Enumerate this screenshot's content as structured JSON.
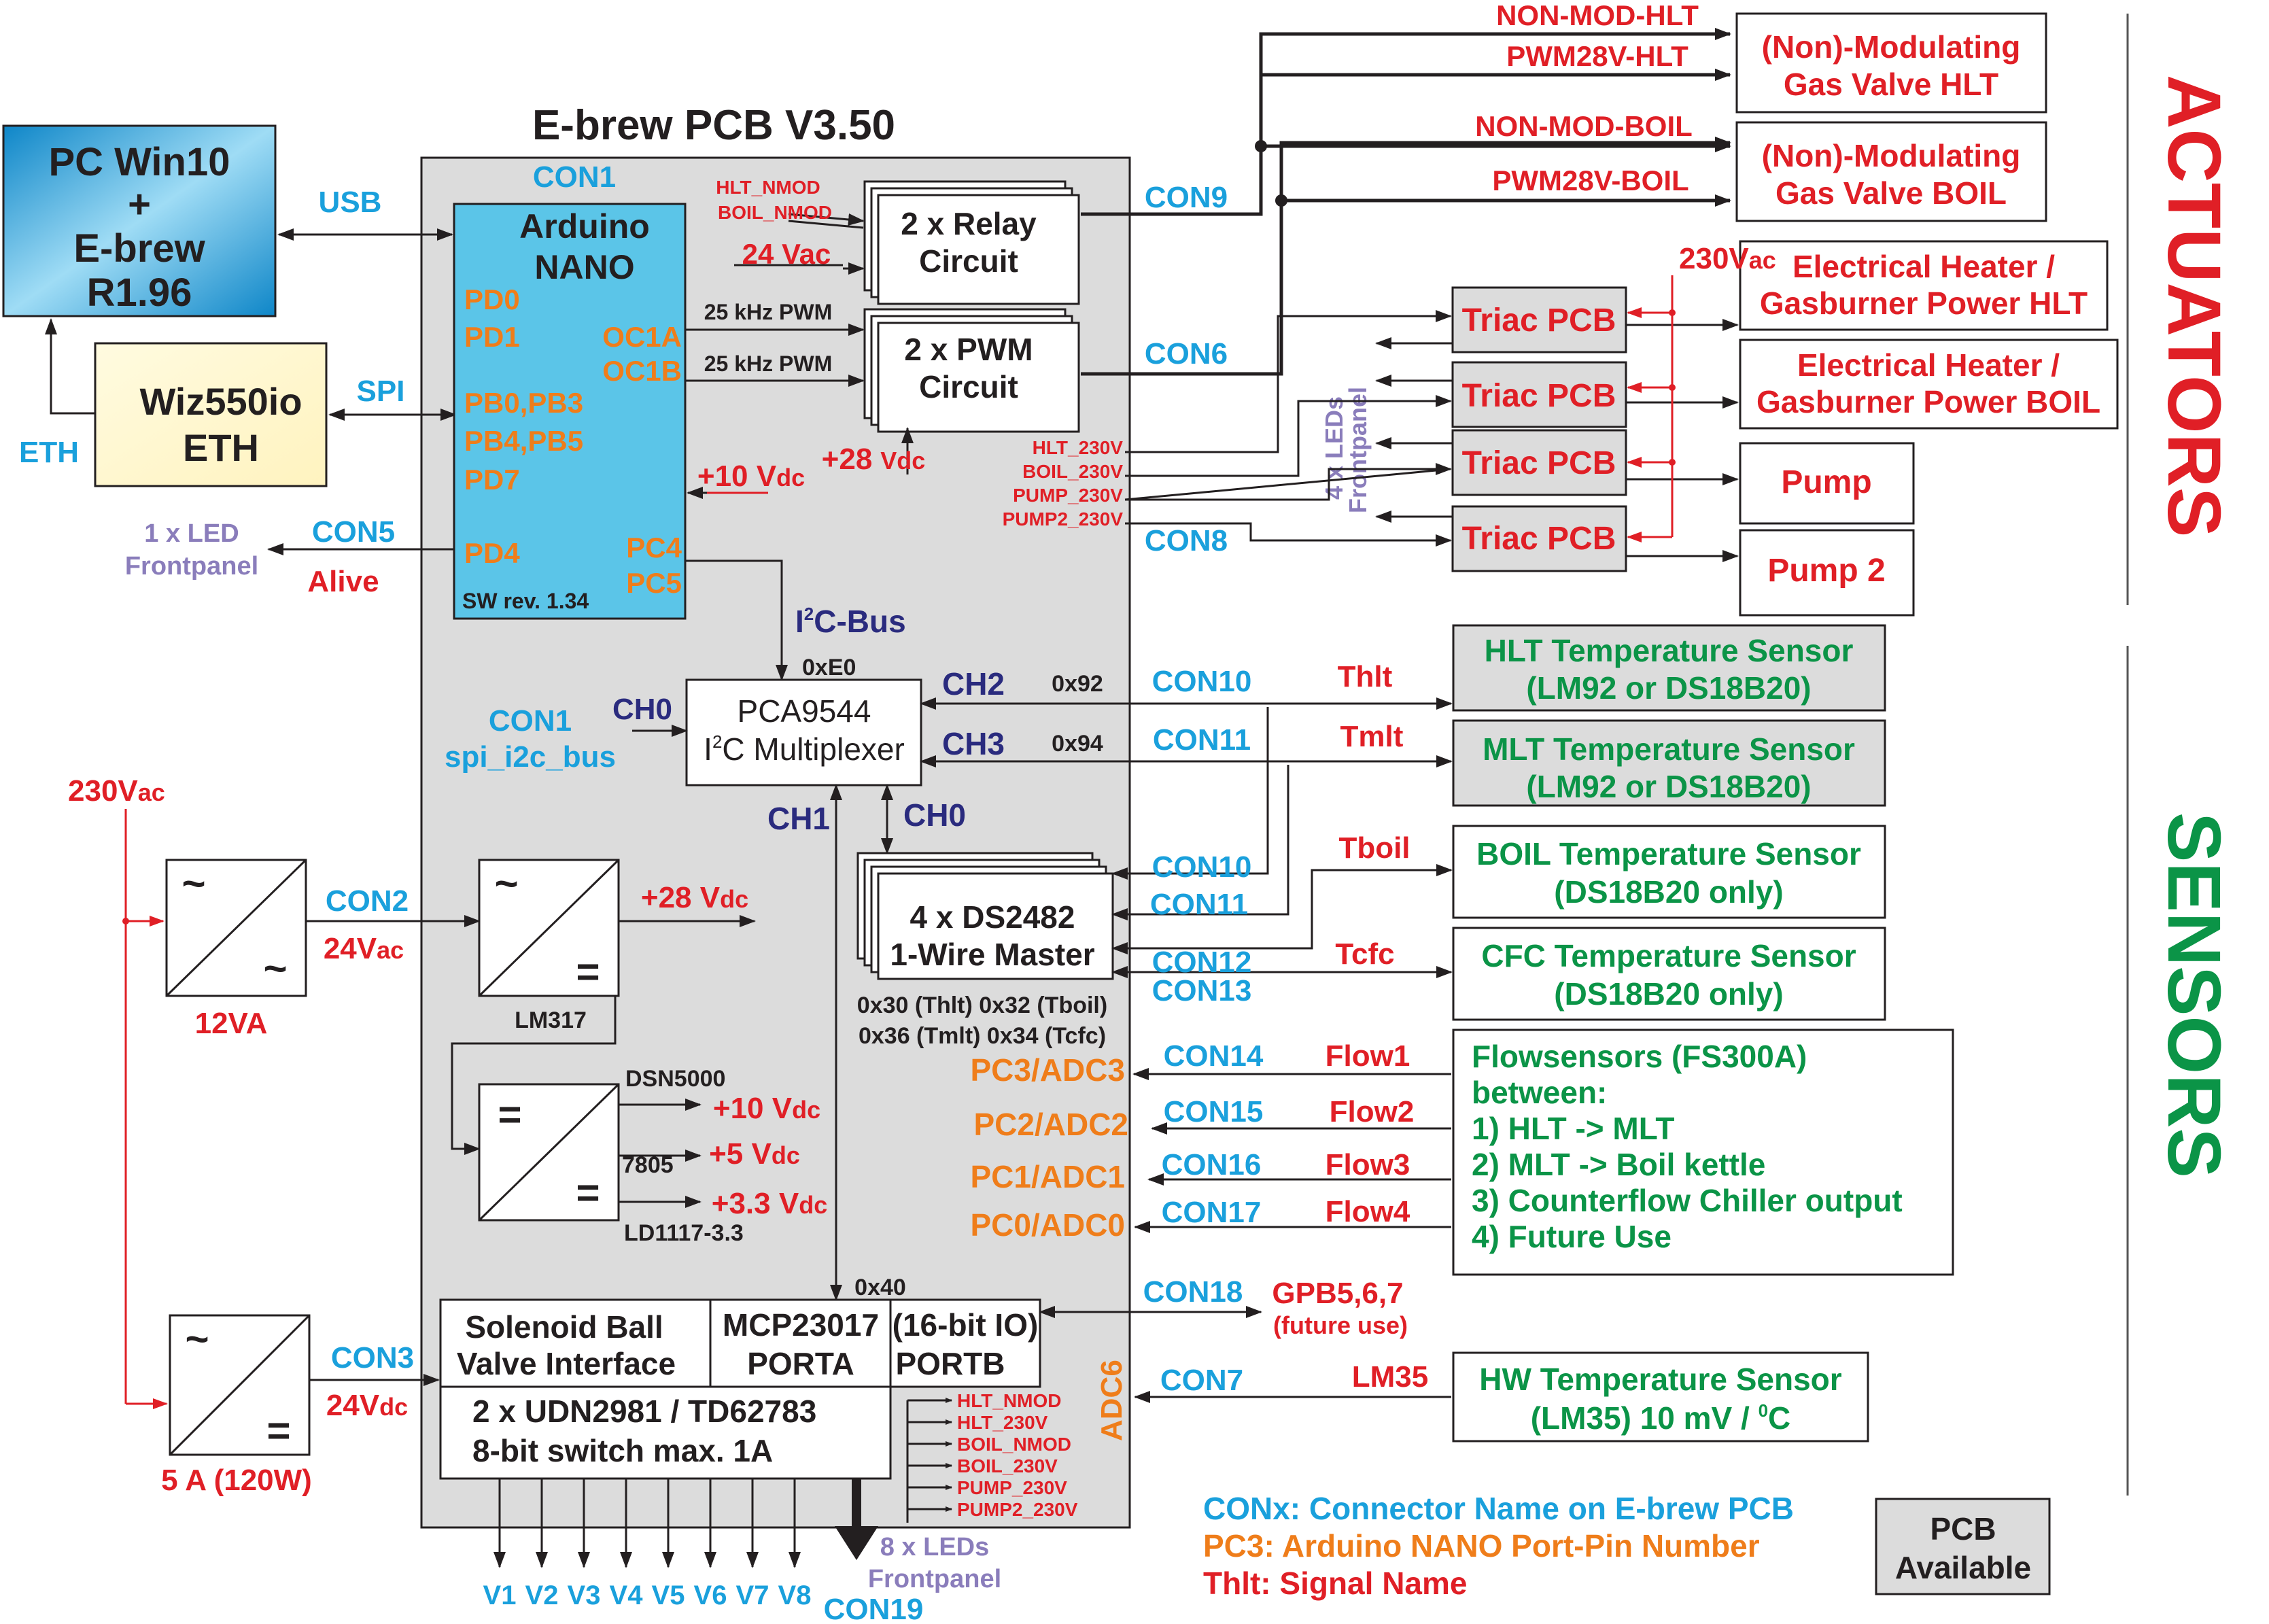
{
  "title": "E-brew PCB V3.50",
  "side_labels": {
    "actuators": "ACTUATORS",
    "sensors": "SENSORS"
  },
  "pc": {
    "line1": "PC Win10",
    "line2": "+",
    "line3": "E-brew",
    "line4": "R1.96"
  },
  "wiz": {
    "line1": "Wiz550io",
    "line2": "ETH"
  },
  "labels": {
    "usb": "USB",
    "spi": "SPI",
    "eth": "ETH",
    "con1_top": "CON1",
    "con5": "CON5",
    "alive": "Alive",
    "led1_l1": "1 x LED",
    "led1_l2": "Frontpanel",
    "i2c_bus": "I",
    "i2c_sup": "2",
    "i2c_rest": "C-Bus",
    "addr_e0": "0xE0",
    "con1": "CON1",
    "spi_i2c_bus": "spi_i2c_bus",
    "ch0_left": "CH0",
    "ch2": "CH2",
    "ch3": "CH3",
    "ch1": "CH1",
    "ch0_down": "CH0",
    "addr92": "0x92",
    "addr94": "0x94",
    "addr40": "0x40",
    "con9": "CON9",
    "con6": "CON6",
    "con8": "CON8",
    "hlt_nmod": "HLT_NMOD",
    "boil_nmod": "BOIL_NMOD",
    "vac24": "24 Vac",
    "pwm1": "25 kHz PWM",
    "pwm2": "25 kHz PWM",
    "vdc28_a": "+28",
    "vdc28_b": "Vdc",
    "vdc10_a": "+10 V",
    "vdc10_b": "dc",
    "hlt_230v": "HLT_230V",
    "boil_230v": "BOIL_230V",
    "pump_230v": "PUMP_230V",
    "pump2_230v": "PUMP2_230V",
    "leds4_l1": "4 x LEDs",
    "leds4_l2": "Frontpanel",
    "vac230_top_a": "230V",
    "vac230_top_b": "ac",
    "non_mod_hlt": "NON-MOD-HLT",
    "pwm28v_hlt": "PWM28V-HLT",
    "non_mod_boil": "NON-MOD-BOIL",
    "pwm28v_boil": "PWM28V-BOIL",
    "con10a": "CON10",
    "con11a": "CON11",
    "con10b": "CON10",
    "con11b": "CON11",
    "con12": "CON12",
    "con13": "CON13",
    "thlt": "Thlt",
    "tmlt": "Tmlt",
    "tboil": "Tboil",
    "tcfc": "Tcfc",
    "ds_addr1": "0x30 (Thlt)  0x32 (Tboil)",
    "ds_addr2": "0x36 (Tmlt)  0x34 (Tcfc)",
    "pc3": "PC3/ADC3",
    "pc2": "PC2/ADC2",
    "pc1": "PC1/ADC1",
    "pc0": "PC0/ADC0",
    "con14": "CON14",
    "con15": "CON15",
    "con16": "CON16",
    "con17": "CON17",
    "flow1": "Flow1",
    "flow2": "Flow2",
    "flow3": "Flow3",
    "flow4": "Flow4",
    "con18": "CON18",
    "gpb": "GPB5,6,7",
    "future_use": "(future use)",
    "adc6": "ADC6",
    "con7": "CON7",
    "lm35": "LM35",
    "vac230_left_a": "230V",
    "vac230_left_b": "ac",
    "con2": "CON2",
    "con3": "CON3",
    "vac24_2a": "24V",
    "vac24_2b": "ac",
    "vdc24_3a": "24V",
    "vdc24_3b": "dc",
    "va12": "12VA",
    "a5": "5 A (120W)",
    "vdc28_2a": "+28 V",
    "vdc28_2b": "dc",
    "lm317": "LM317",
    "dsn5000": "DSN5000",
    "v10a": "+10 V",
    "v10b": "dc",
    "v7805": "7805",
    "v5a": "+5 V",
    "v5b": "dc",
    "v33a": "+3.3 V",
    "v33b": "dc",
    "ld1117": "LD1117-3.3",
    "valves": [
      "V1",
      "V2",
      "V3",
      "V4",
      "V5",
      "V6",
      "V7",
      "V8"
    ],
    "con19": "CON19",
    "leds8_l1": "8 x LEDs",
    "leds8_l2": "Frontpanel",
    "sv_out": [
      "HLT_NMOD",
      "HLT_230V",
      "BOIL_NMOD",
      "BOIL_230V",
      "PUMP_230V",
      "PUMP2_230V"
    ]
  },
  "arduino": {
    "title1": "Arduino",
    "title2": "NANO",
    "pd0": "PD0",
    "pd1": "PD1",
    "oc1a": "OC1A",
    "oc1b": "OC1B",
    "pb0": "PB0,PB3",
    "pb4": "PB4,PB5",
    "pd7": "PD7",
    "pd4": "PD4",
    "pc4": "PC4",
    "pc5": "PC5",
    "sw": "SW rev. 1.34"
  },
  "relay": {
    "l1": "2 x Relay",
    "l2": "Circuit"
  },
  "pwm": {
    "l1": "2 x PWM",
    "l2": "Circuit"
  },
  "mux": {
    "l1": "PCA9544",
    "l2a": "I",
    "l2sup": "2",
    "l2b": "C Multiplexer"
  },
  "ds2482": {
    "l1": "4 x DS2482",
    "l2": "1-Wire Master"
  },
  "mcp": {
    "sv1": "Solenoid Ball",
    "sv2": "Valve Interface",
    "m1": "MCP23017",
    "m2": "PORTA",
    "p1": "(16-bit IO)",
    "p2": "PORTB",
    "u1": "2 x UDN2981 / TD62783",
    "u2": "8-bit switch max. 1A"
  },
  "triacs": [
    "Triac PCB",
    "Triac PCB",
    "Triac PCB",
    "Triac PCB"
  ],
  "actuators": {
    "gas_hlt": [
      "(Non)-Modulating",
      "Gas Valve HLT"
    ],
    "gas_boil": [
      "(Non)-Modulating",
      "Gas Valve BOIL"
    ],
    "heat_hlt": [
      "Electrical Heater /",
      "Gasburner Power HLT"
    ],
    "heat_boil": [
      "Electrical Heater /",
      "Gasburner Power BOIL"
    ],
    "pump": "Pump",
    "pump2": "Pump 2"
  },
  "sensors": {
    "hlt": [
      "HLT Temperature Sensor",
      "(LM92 or DS18B20)"
    ],
    "mlt": [
      "MLT Temperature Sensor",
      "(LM92 or DS18B20)"
    ],
    "boil": [
      "BOIL Temperature Sensor",
      "(DS18B20 only)"
    ],
    "cfc": [
      "CFC Temperature Sensor",
      "(DS18B20 only)"
    ],
    "flow": [
      "Flowsensors (FS300A)",
      "between:",
      "1) HLT -> MLT",
      "2) MLT -> Boil kettle",
      "3) Counterflow Chiller output",
      "4) Future Use"
    ],
    "hw1": "HW Temperature Sensor",
    "hw2a": "(LM35) 10 mV / ",
    "hw2sup": "0",
    "hw2b": "C"
  },
  "legend": {
    "l1": "CONx: Connector Name on E-brew PCB",
    "l2": "PC3: Arduino NANO Port-Pin Number",
    "l3": "Thlt: Signal Name",
    "pcb1": "PCB",
    "pcb2": "Available"
  },
  "colors": {
    "blue": "#1aa0dc",
    "red": "#e01f26",
    "orange": "#ef7d1a",
    "green": "#0b9447",
    "purple": "#8a7dbb",
    "navy": "#2a2b7e",
    "grey": "#dcdcdc"
  }
}
